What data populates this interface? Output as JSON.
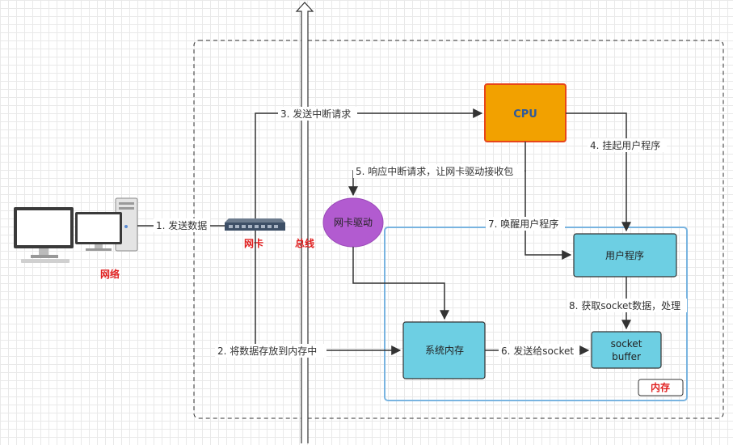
{
  "nodes": {
    "cpu": "CPU",
    "nic_driver": "网卡驱动",
    "user_program": "用户程序",
    "system_memory": "系统内存",
    "socket_buffer_line1": "socket",
    "socket_buffer_line2": "buffer"
  },
  "labels": {
    "network": "网络",
    "nic": "网卡",
    "bus": "总线",
    "memory": "内存"
  },
  "edges": {
    "e1": "1. 发送数据",
    "e2": "2. 将数据存放到内存中",
    "e3": "3. 发送中断请求",
    "e4": "4. 挂起用户程序",
    "e5": "5. 响应中断请求，让网卡驱动接收包",
    "e6": "6. 发送给socket",
    "e7": "7. 唤醒用户程序",
    "e8": "8. 获取socket数据，处理"
  },
  "colors": {
    "cpu_fill": "#f2a100",
    "cpu_border": "#e8451a",
    "box_fill": "#6dcfe3",
    "driver_fill": "#b25bd0",
    "memory_border": "#79b4e0",
    "accent_red": "#e02020"
  },
  "icons": [
    "computer-icon",
    "network-switch-icon"
  ]
}
